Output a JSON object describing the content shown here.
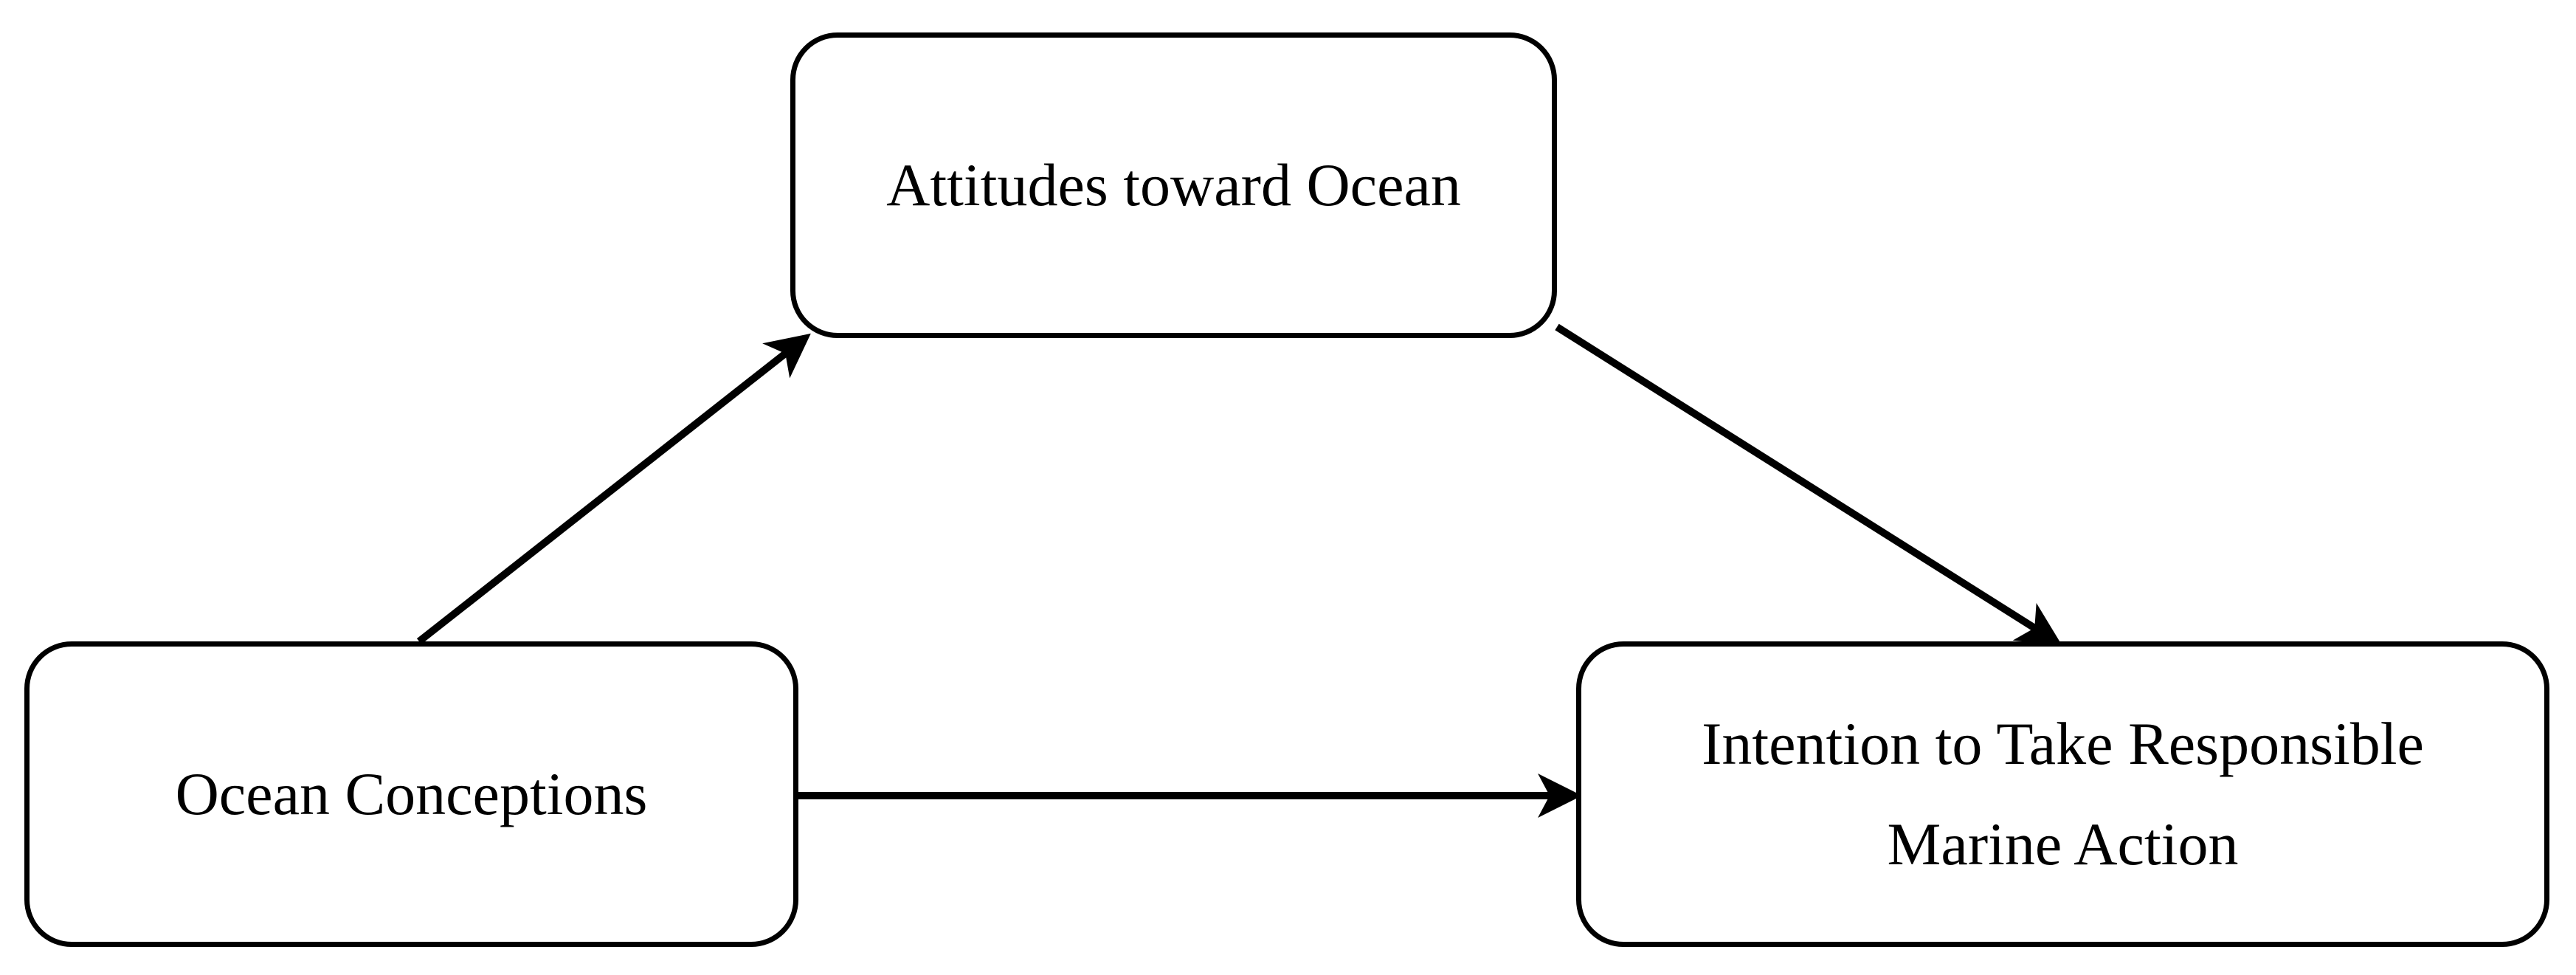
{
  "diagram": {
    "nodes": {
      "attitudes": {
        "label": "Attitudes toward Ocean"
      },
      "conceptions": {
        "label": "Ocean Conceptions"
      },
      "intention": {
        "label": "Intention to Take Responsible\nMarine Action"
      }
    },
    "edges": [
      {
        "from": "Ocean Conceptions",
        "to": "Attitudes toward Ocean"
      },
      {
        "from": "Attitudes toward Ocean",
        "to": "Intention to Take Responsible Marine Action"
      },
      {
        "from": "Ocean Conceptions",
        "to": "Intention to Take Responsible Marine Action"
      }
    ],
    "colors": {
      "stroke": "#000000",
      "background": "#ffffff"
    }
  }
}
